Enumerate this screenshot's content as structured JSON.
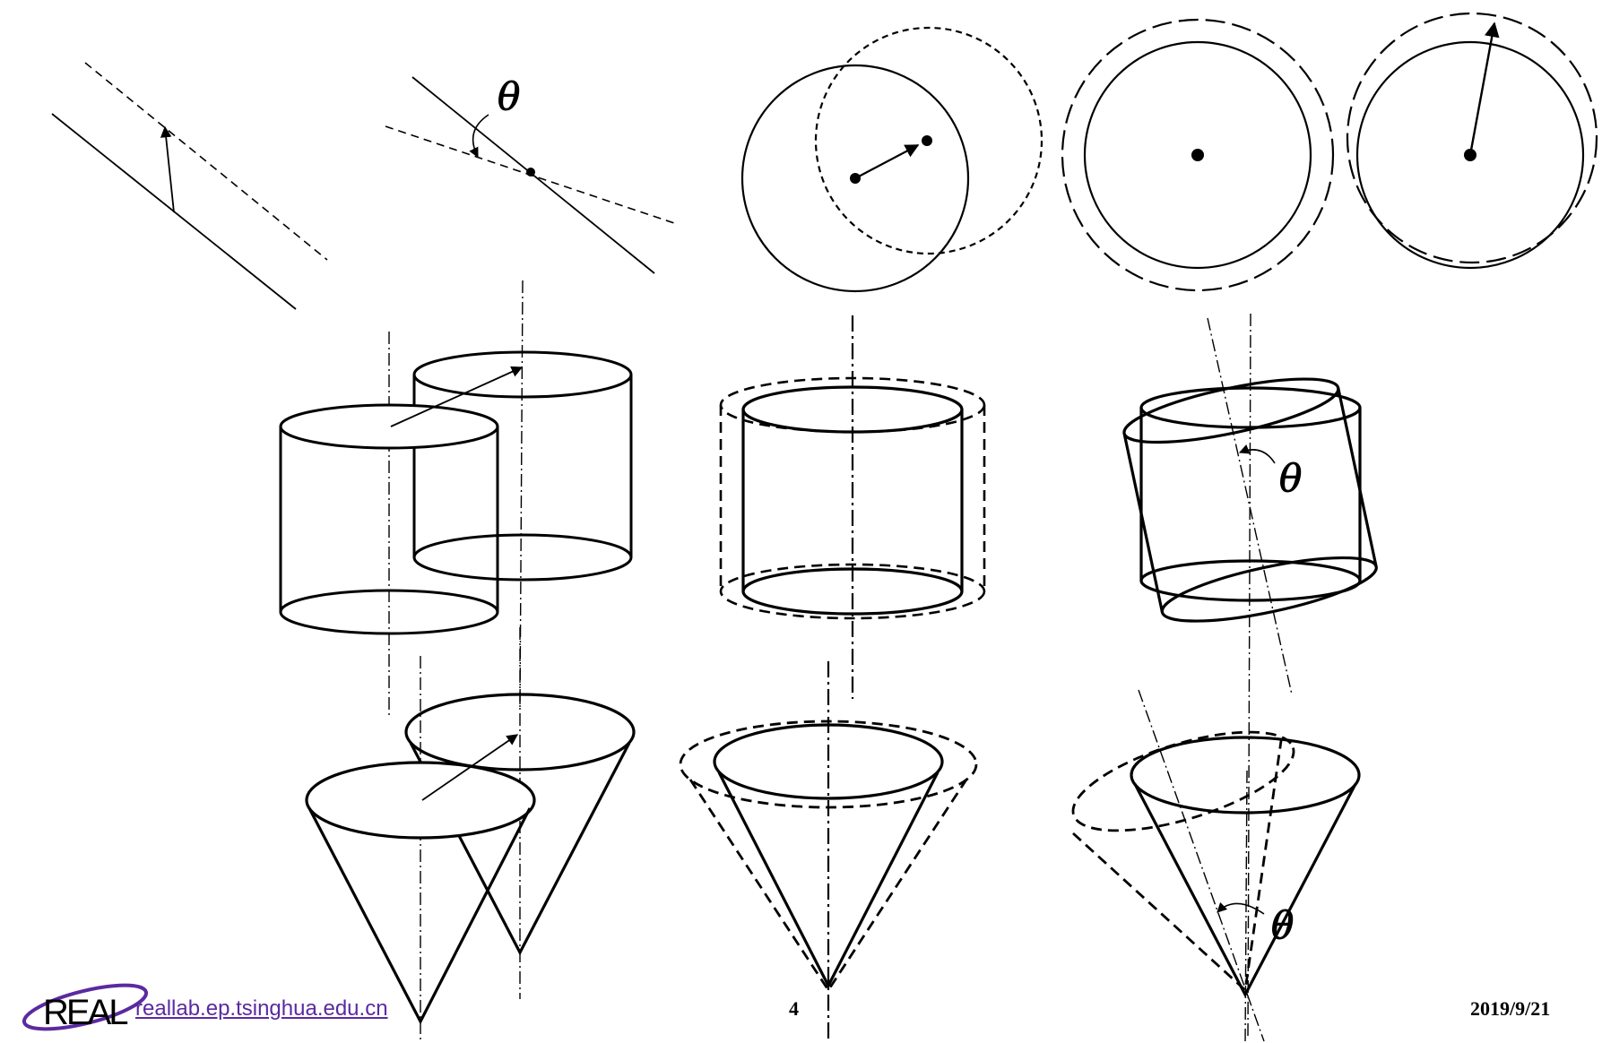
{
  "labels": {
    "angle_symbol": "θ"
  },
  "footer": {
    "logo_text": "REAL",
    "link_text": "reallab.ep.tsinghua.edu.cn",
    "page_number": "4",
    "date": "2019/9/21"
  },
  "colors": {
    "ink": "#000000",
    "link": "#5b2aa0",
    "logo_swoosh": "#5b2aa0"
  }
}
